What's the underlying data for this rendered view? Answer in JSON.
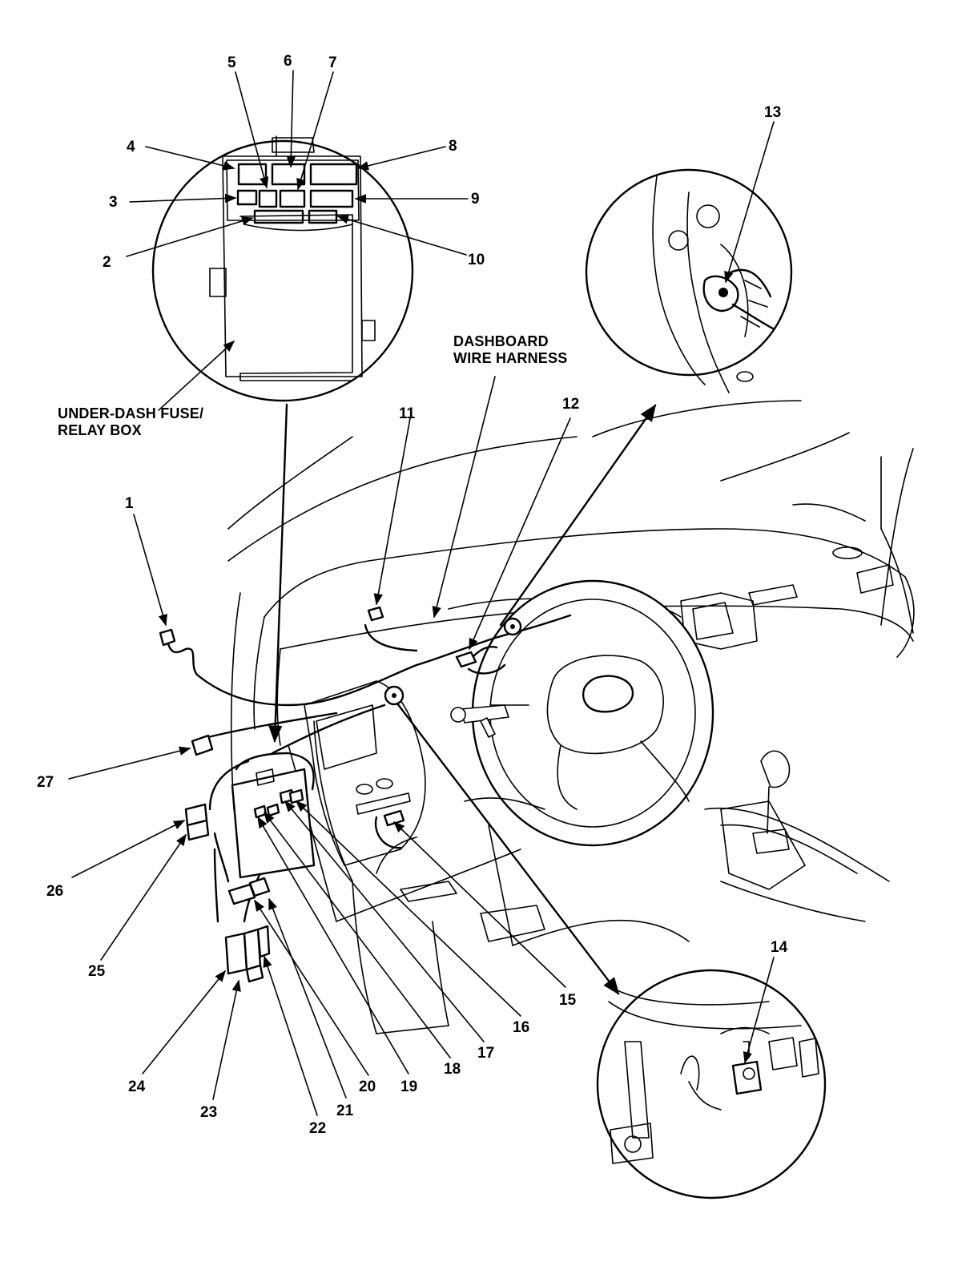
{
  "captions": {
    "fuse_box_line1": "UNDER-DASH FUSE/",
    "fuse_box_line2": "RELAY BOX",
    "harness_line1": "DASHBOARD",
    "harness_line2": "WIRE HARNESS"
  },
  "callouts": [
    "1",
    "2",
    "3",
    "4",
    "5",
    "6",
    "7",
    "8",
    "9",
    "10",
    "11",
    "12",
    "13",
    "14",
    "15",
    "16",
    "17",
    "18",
    "19",
    "20",
    "21",
    "22",
    "23",
    "24",
    "25",
    "26",
    "27"
  ],
  "icons": [
    "callout-arrow",
    "connector-symbol",
    "relay-symbol",
    "ground-bolt-symbol"
  ]
}
